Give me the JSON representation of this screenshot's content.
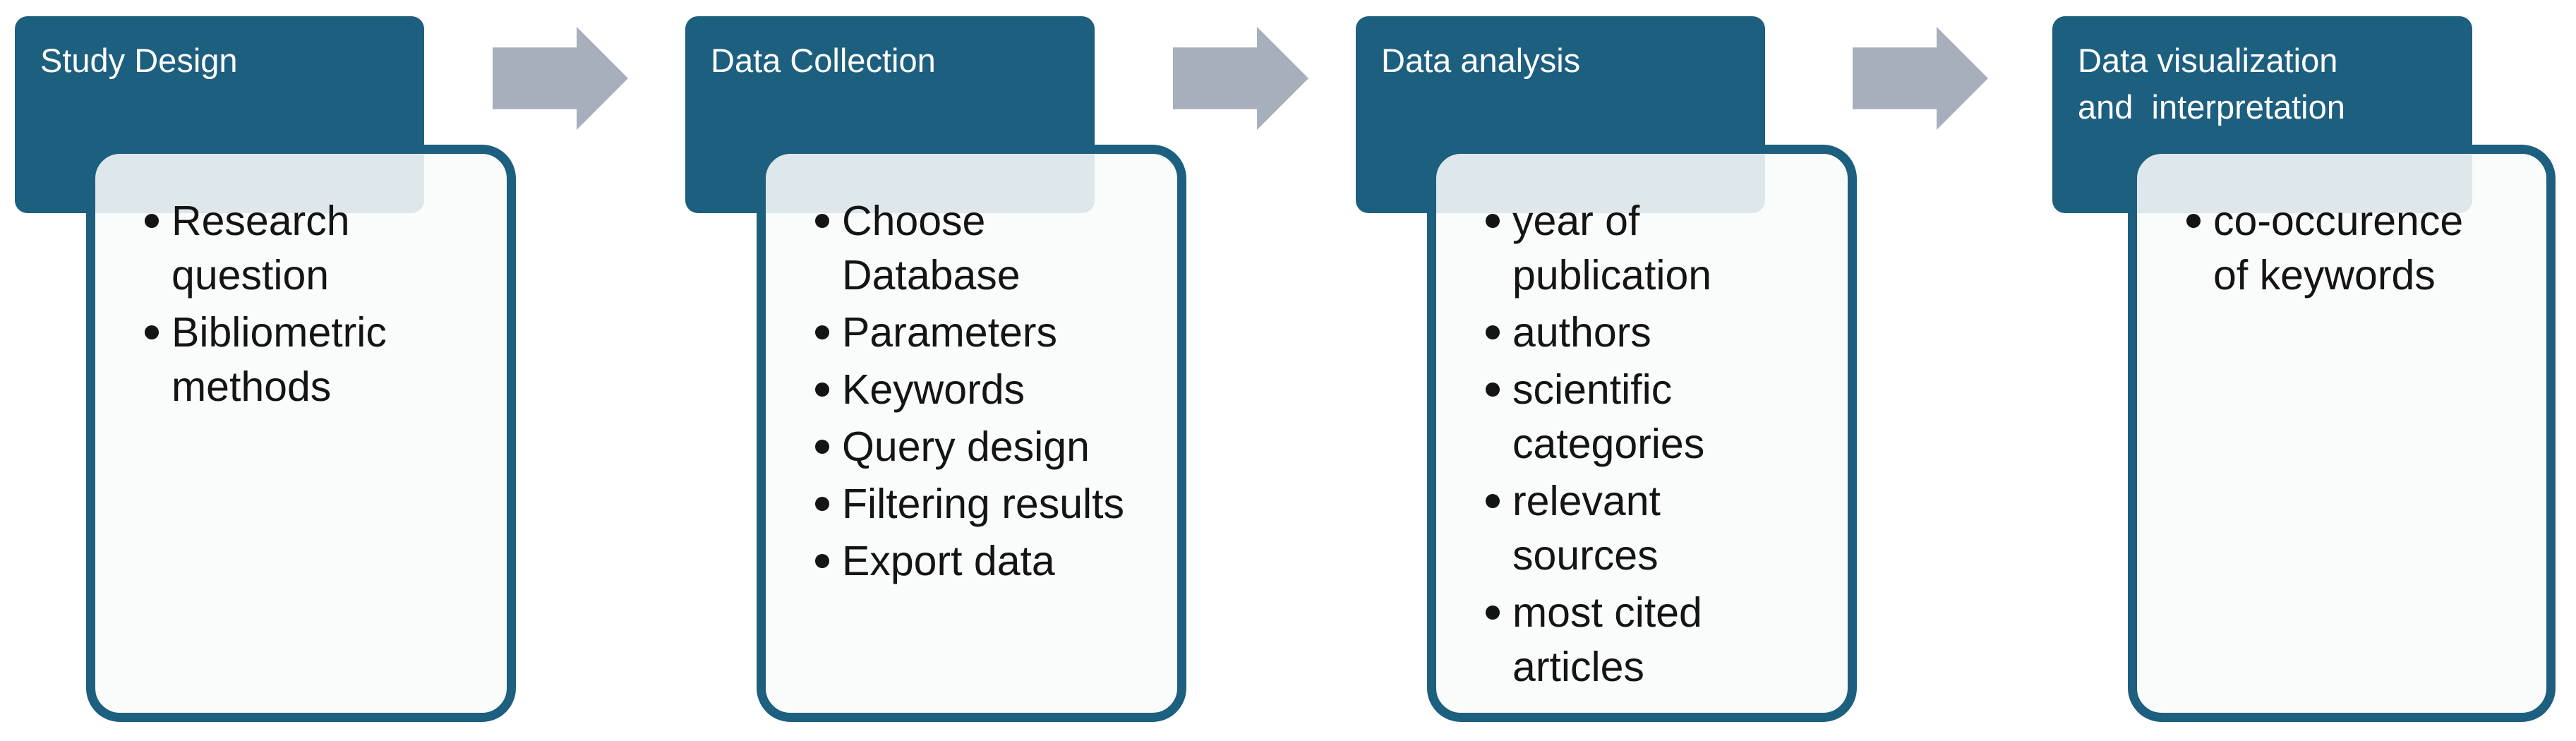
{
  "colors": {
    "teal": "#1d5f7f",
    "arrow_gray": "#a6afbb",
    "box_fill": "#f9fafb",
    "tint_overlay": "#e2eaee",
    "header_text": "#ffffff",
    "body_text": "#141414"
  },
  "diagram": {
    "arrow_icon": "right-block-arrow",
    "stages": [
      {
        "title": "Study Design",
        "items": [
          "Research\nquestion",
          "Bibliometric\nmethods"
        ]
      },
      {
        "title": "Data Collection",
        "items": [
          "Choose\nDatabase",
          "Parameters",
          "Keywords",
          "Query design",
          "Filtering results",
          "Export data"
        ]
      },
      {
        "title": "Data analysis",
        "items": [
          "year of\npublication",
          "authors",
          "scientific\ncategories",
          "relevant\nsources",
          "most cited\narticles"
        ]
      },
      {
        "title": "Data visualization\nand  interpretation",
        "items": [
          "co-occurence\nof keywords"
        ]
      }
    ]
  }
}
